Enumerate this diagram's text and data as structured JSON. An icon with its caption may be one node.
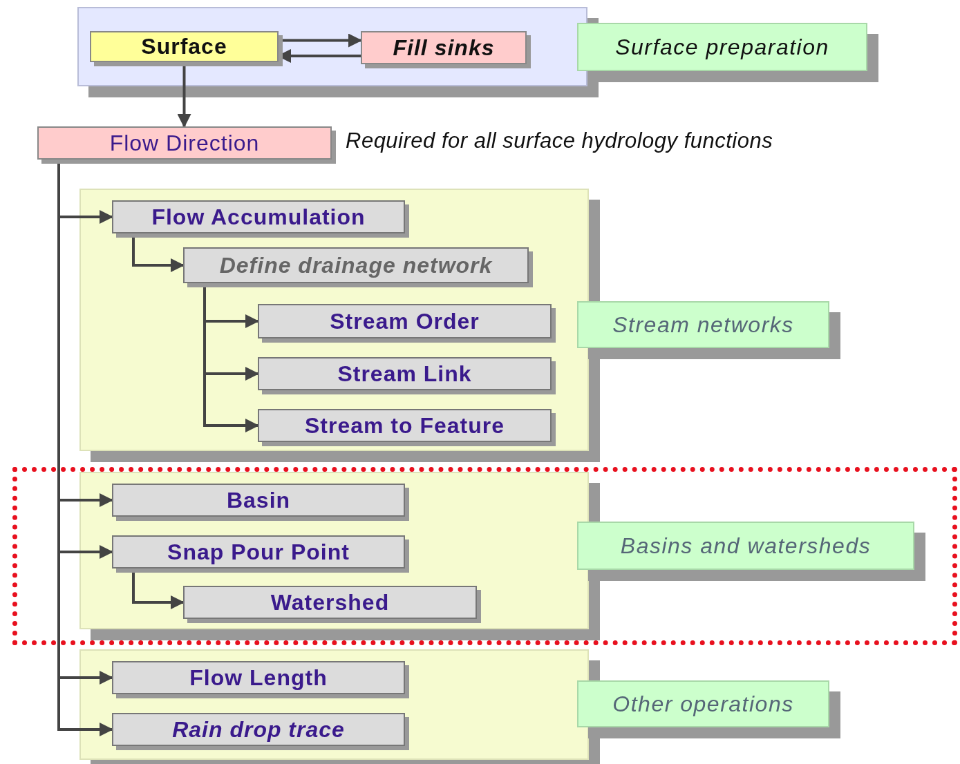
{
  "diagram": {
    "nodes": [
      {
        "text": [],
        "shape": "box"
      },
      {
        "text": [
          "Surface"
        ],
        "in": 0
      },
      {
        "text": [
          "Fill sinks"
        ],
        "in": 0
      },
      {
        "text": [
          "Surface preparation"
        ]
      },
      {
        "text": [
          "Flow Direction"
        ]
      },
      {
        "text": [],
        "shape": "box"
      },
      {
        "text": [
          "Flow Accumulation"
        ],
        "in": 5
      },
      {
        "text": [
          "Define drainage network"
        ],
        "in": 5
      },
      {
        "text": [
          "Stream Order"
        ],
        "in": 5
      },
      {
        "text": [
          "Stream Link"
        ],
        "in": 5
      },
      {
        "text": [
          "Stream to Feature"
        ],
        "in": 5
      },
      {
        "text": [
          "Stream networks"
        ]
      },
      {
        "text": [],
        "shape": "box"
      },
      {
        "text": [
          "Basin"
        ],
        "in": 12
      },
      {
        "text": [
          "Snap Pour Point"
        ],
        "in": 12
      },
      {
        "text": [
          "Watershed"
        ],
        "in": 12
      },
      {
        "text": [
          "Basins and watersheds"
        ]
      },
      {
        "text": [],
        "shape": "box"
      },
      {
        "text": [
          "Flow Length"
        ],
        "in": 17
      },
      {
        "text": [
          "Rain drop trace"
        ],
        "in": 17
      },
      {
        "text": [
          "Other operations"
        ]
      }
    ],
    "edges": [
      {
        "from": 1,
        "to": 2,
        "arrow": "to"
      },
      {
        "from": 2,
        "to": 1,
        "arrow": "to"
      },
      {
        "from": 1,
        "to": 4,
        "arrow": "to"
      },
      {
        "from": 4,
        "to": 6,
        "arrow": "to"
      },
      {
        "from": 6,
        "to": 7,
        "arrow": "to"
      },
      {
        "from": 7,
        "to": 8,
        "arrow": "to"
      },
      {
        "from": 7,
        "to": 9,
        "arrow": "to"
      },
      {
        "from": 7,
        "to": 10,
        "arrow": "to"
      },
      {
        "from": 4,
        "to": 13,
        "arrow": "to"
      },
      {
        "from": 4,
        "to": 14,
        "arrow": "to"
      },
      {
        "from": 14,
        "to": 15,
        "arrow": "to"
      },
      {
        "from": 4,
        "to": 18,
        "arrow": "to"
      },
      {
        "from": 4,
        "to": 19,
        "arrow": "to"
      }
    ],
    "labels": [
      "Required for all surface hydrology functions"
    ]
  }
}
